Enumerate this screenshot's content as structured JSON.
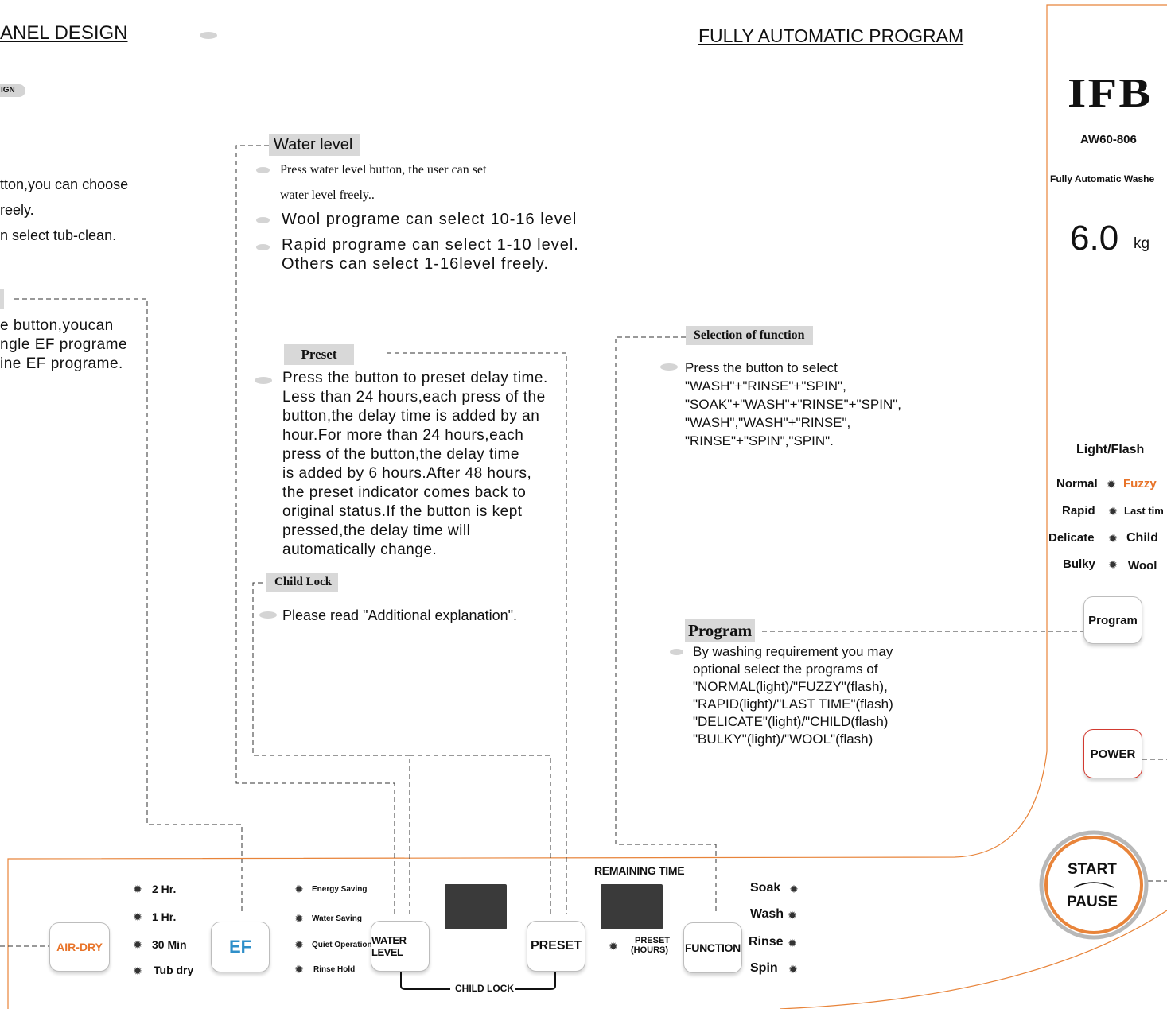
{
  "header": {
    "left_title": "ANEL DESIGN",
    "left_pill": "IGN",
    "right_title": "FULLY AUTOMATIC PROGRAM"
  },
  "left_notes": {
    "lines": [
      "tton,you can choose",
      "reely.",
      "n select tub-clean."
    ]
  },
  "ef_notes": {
    "lines": [
      "e button,youcan",
      "ngle EF programe",
      "ine EF programe."
    ]
  },
  "water_level": {
    "tag": "Water level",
    "line1": "Press water level button, the user can set",
    "line2": "water level freely..",
    "line3": "Wool programe can select 10-16 level",
    "line4": "Rapid programe can select 1-10 level.",
    "line5": "Others can select 1-16level freely."
  },
  "preset": {
    "tag": "Preset",
    "lines": [
      "Press the button to preset delay time.",
      "Less than 24 hours,each  press of the",
      "button,the delay time is added by an",
      "hour.For more than 24 hours,each",
      "press of the button,the delay time",
      "is added by 6 hours.After 48 hours,",
      "the preset indicator comes back to",
      "original status.If the button is kept",
      "pressed,the delay time will",
      "automatically change."
    ]
  },
  "child_lock": {
    "tag": "Child Lock",
    "text": "Please read \"Additional explanation\"."
  },
  "selection_of_function": {
    "tag": "Selection of function",
    "lines": [
      "Press the button to select",
      "\"WASH\"+\"RINSE\"+\"SPIN\",",
      "\"SOAK\"+\"WASH\"+\"RINSE\"+\"SPIN\",",
      "\"WASH\",\"WASH\"+\"RINSE\",",
      "\"RINSE\"+\"SPIN\",\"SPIN\"."
    ]
  },
  "program": {
    "tag": "Program",
    "lines": [
      "By washing requirement you may",
      "optional select the programs of",
      "\"NORMAL(light)/\"FUZZY\"(flash),",
      "\"RAPID(light)/\"LAST TIME\"(flash)",
      "\"DELICATE\"(light)/\"CHILD(flash)",
      "\"BULKY\"(light)/\"WOOL\"(flash)"
    ]
  },
  "brand_panel": {
    "logo": "IFB",
    "model": "AW60-806",
    "subtitle": "Fully Automatic Washe",
    "capacity_value": "6.0",
    "capacity_unit": "kg",
    "light_flash": "Light/Flash",
    "programs": [
      {
        "light": "Normal",
        "flash": "Fuzzy"
      },
      {
        "light": "Rapid",
        "flash": "Last tim"
      },
      {
        "light": "Delicate",
        "flash": "Child"
      },
      {
        "light": "Bulky",
        "flash": "Wool"
      }
    ],
    "program_button": "Program",
    "power_button": "POWER",
    "start_label": "START",
    "pause_label": "PAUSE"
  },
  "bottom_panel": {
    "air_dry_button": "AIR-DRY",
    "air_dry_options": [
      "2 Hr.",
      "1 Hr.",
      "30 Min",
      "Tub dry"
    ],
    "ef_button": "EF",
    "ef_options": [
      "Energy Saving",
      "Water Saving",
      "Quiet Operation",
      "Rinse Hold"
    ],
    "water_level_button": "WATER LEVEL",
    "child_lock_label": "CHILD LOCK",
    "preset_button": "PRESET",
    "remaining_time_label": "REMAINING TIME",
    "preset_hours_label_1": "PRESET",
    "preset_hours_label_2": "(HOURS)",
    "function_button": "FUNCTION",
    "function_options": [
      "Soak",
      "Wash",
      "Rinse",
      "Spin"
    ]
  },
  "colors": {
    "orange_outline": "#e8843a",
    "air_dry_text": "#e8742a",
    "ef_text": "#2f8fc9",
    "fuzzy_text": "#e8742a",
    "power_border": "#d23a30",
    "tag_bg": "#d8d8d8"
  }
}
